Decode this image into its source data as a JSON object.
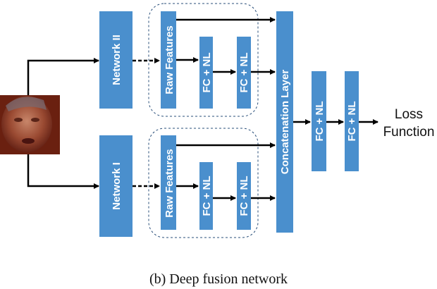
{
  "diagram": {
    "colors": {
      "block": "#4a8fcd",
      "arrow": "#000000",
      "group_border": "#2a4f7a",
      "face_bg": "#7a2a1a"
    },
    "blocks": {
      "network_top": "Network II",
      "network_bottom": "Network I",
      "raw_top": "Raw Features",
      "raw_bottom": "Raw Features",
      "fc_top_1": "FC + NL",
      "fc_top_2": "FC + NL",
      "fc_bottom_1": "FC + NL",
      "fc_bottom_2": "FC + NL",
      "concat": "Concatenation Layer",
      "fc_out_1": "FC + NL",
      "fc_out_2": "FC + NL"
    },
    "output": {
      "line1": "Loss",
      "line2": "Function"
    },
    "caption": "(b) Deep fusion network"
  }
}
